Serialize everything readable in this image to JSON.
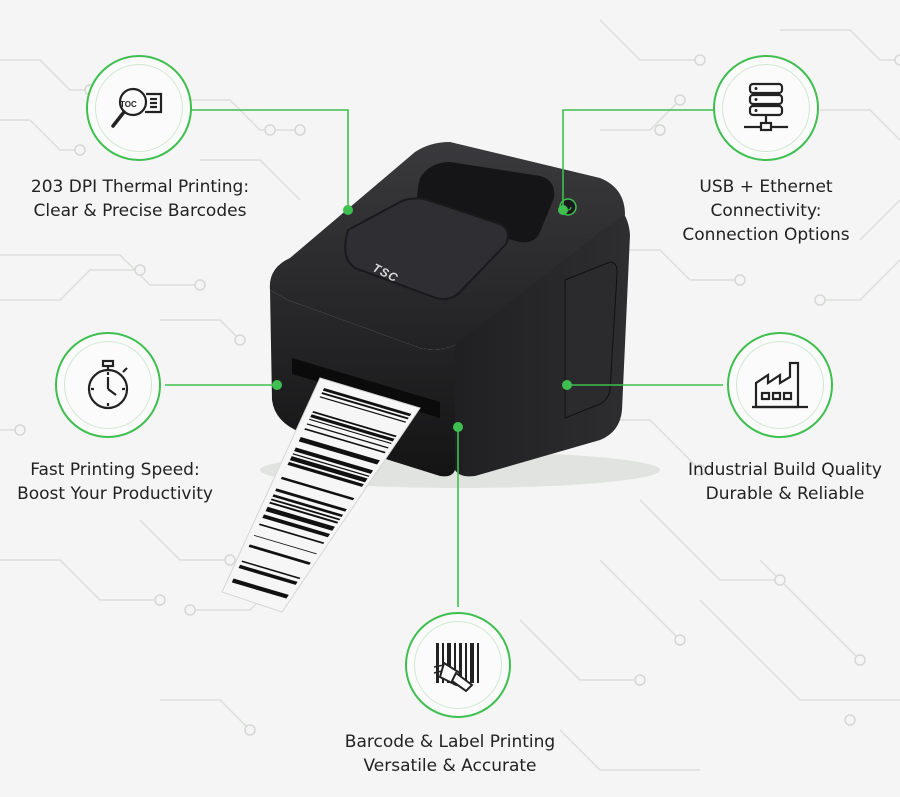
{
  "features": [
    {
      "id": "dpi",
      "icon": "magnifier-toc-icon",
      "icon_text": "TOC",
      "line1": "203 DPI Thermal Printing:",
      "line2": "Clear & Precise Barcodes"
    },
    {
      "id": "connectivity",
      "icon": "server-network-icon",
      "line1": "USB + Ethernet",
      "line2": "Connectivity:",
      "line3": "Connection Options"
    },
    {
      "id": "speed",
      "icon": "stopwatch-icon",
      "line1": "Fast Printing Speed:",
      "line2": "Boost Your Productivity"
    },
    {
      "id": "build",
      "icon": "factory-icon",
      "line1": "Industrial Build Quality",
      "line2": "Durable & Reliable"
    },
    {
      "id": "barcode",
      "icon": "barcode-scanner-icon",
      "line1": "Barcode & Label Printing",
      "line2": "Versatile & Accurate"
    }
  ],
  "printer": {
    "brand": "TSC"
  },
  "colors": {
    "accent": "#3fbf4f",
    "printer_body": "#1e1e20",
    "background": "#f4f5f4"
  }
}
